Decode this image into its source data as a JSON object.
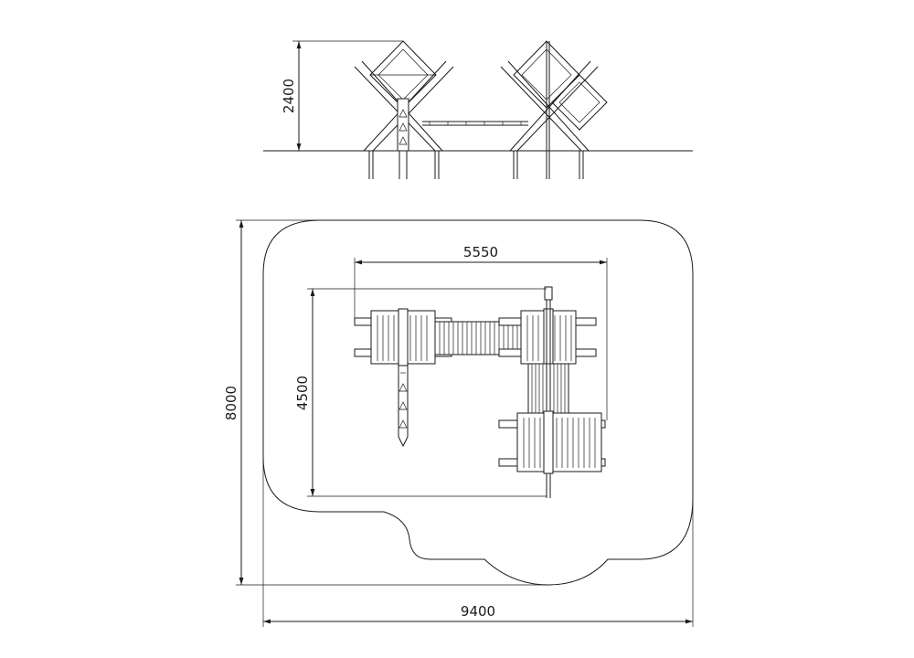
{
  "dimensions": {
    "elevation_height": "2400",
    "plan_width_inner": "5550",
    "plan_depth_inner": "4500",
    "zone_depth": "8000",
    "zone_width": "9400"
  },
  "colors": {
    "line": "#1a1a1a",
    "background": "#ffffff"
  }
}
